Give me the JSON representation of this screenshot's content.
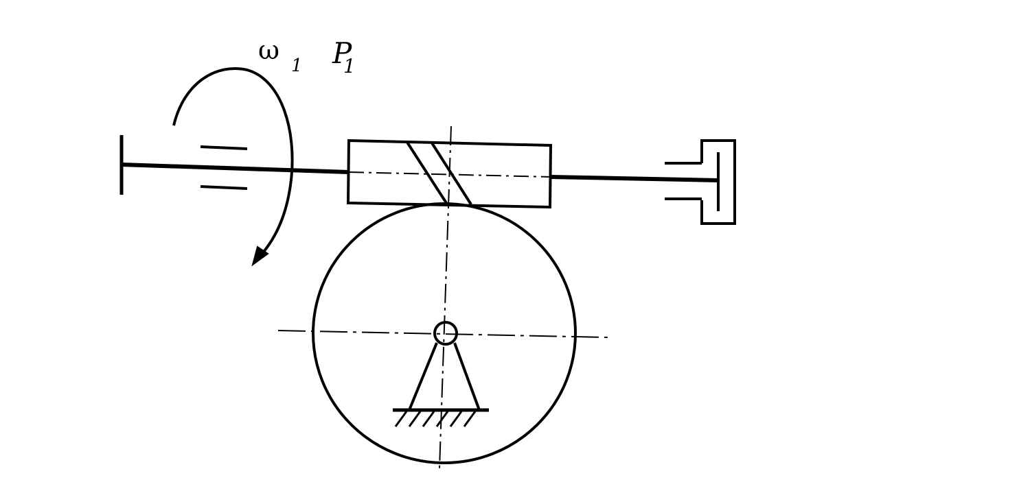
{
  "labels": {
    "omega": "ω",
    "omega_subscript": "1",
    "power": "P",
    "power_subscript": "1"
  },
  "colors": {
    "line": "#000000",
    "background": "#ffffff"
  }
}
